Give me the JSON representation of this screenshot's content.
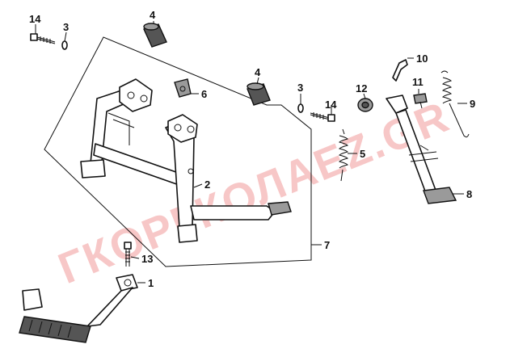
{
  "watermark": "ГКОРГКОЛАЕZ.GR",
  "callouts": {
    "c14a": "14",
    "c3a": "3",
    "c4a": "4",
    "c4b": "4",
    "c6": "6",
    "c3b": "3",
    "c14b": "14",
    "c12": "12",
    "c10": "10",
    "c11": "11",
    "c9": "9",
    "c5": "5",
    "c2": "2",
    "c8": "8",
    "c7": "7",
    "c13": "13",
    "c1": "1"
  },
  "colors": {
    "line": "#111111",
    "watermark": "#f5b5b5",
    "rubber": "#555555",
    "metal": "#9a9a9a"
  }
}
